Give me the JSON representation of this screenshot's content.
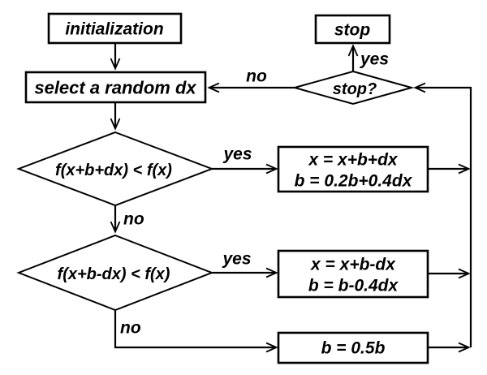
{
  "diagram": {
    "type": "flowchart",
    "colors": {
      "background": "#ffffff",
      "stroke": "#000000",
      "text": "#000000"
    },
    "nodes": {
      "initialization": {
        "shape": "rectangle",
        "label": "initialization"
      },
      "select_dx": {
        "shape": "rectangle",
        "label": "select a random dx"
      },
      "decision_plus": {
        "shape": "diamond",
        "label": "f(x+b+dx) < f(x)"
      },
      "decision_minus": {
        "shape": "diamond",
        "label": "f(x+b-dx) < f(x)"
      },
      "update_plus": {
        "shape": "rectangle",
        "line1": "x = x+b+dx",
        "line2": "b = 0.2b+0.4dx"
      },
      "update_minus": {
        "shape": "rectangle",
        "line1": "x = x+b-dx",
        "line2": "b = b-0.4dx"
      },
      "update_half": {
        "shape": "rectangle",
        "label": "b = 0.5b"
      },
      "stop_check": {
        "shape": "diamond",
        "label": "stop?"
      },
      "stop": {
        "shape": "rectangle",
        "label": "stop"
      }
    },
    "edge_labels": {
      "decision_plus_yes": "yes",
      "decision_plus_no": "no",
      "decision_minus_yes": "yes",
      "decision_minus_no": "no",
      "stop_check_yes": "yes",
      "stop_check_no": "no"
    }
  }
}
